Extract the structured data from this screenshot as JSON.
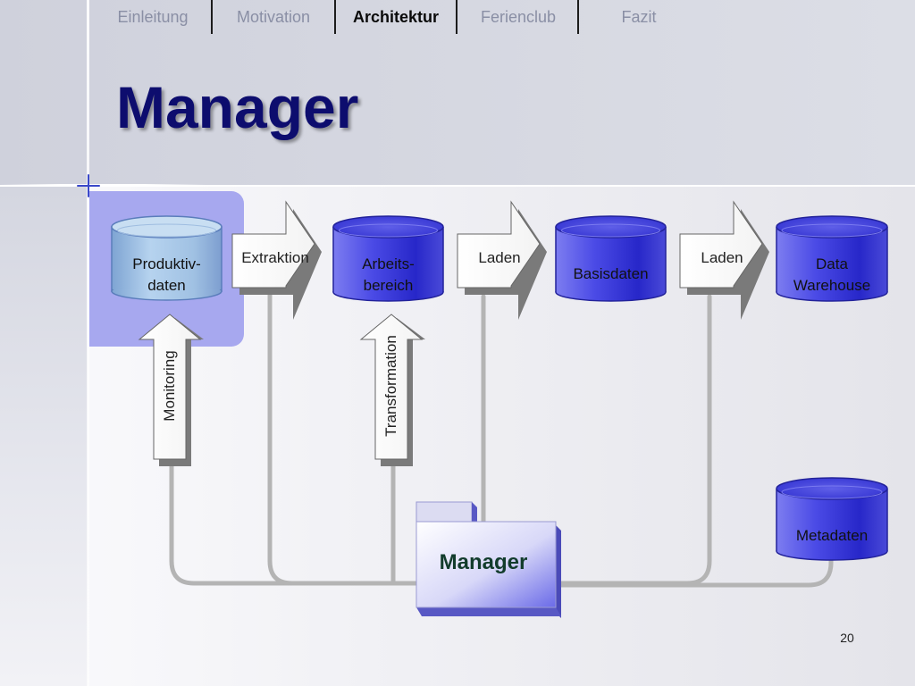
{
  "nav": {
    "tabs": [
      {
        "label": "Einleitung",
        "active": false
      },
      {
        "label": "Motivation",
        "active": false
      },
      {
        "label": "Architektur",
        "active": true
      },
      {
        "label": "Ferienclub",
        "active": false
      },
      {
        "label": "Fazit",
        "active": false
      }
    ]
  },
  "slide": {
    "title": "Manager",
    "page_number": "20"
  },
  "diagram": {
    "databases": {
      "produktivdaten": {
        "line1": "Produktiv-",
        "line2": "daten"
      },
      "arbeitsbereich": {
        "line1": "Arbeits-",
        "line2": "bereich"
      },
      "basisdaten": {
        "line1": "Basisdaten"
      },
      "data_warehouse": {
        "line1": "Data",
        "line2": "Warehouse"
      },
      "metadaten": {
        "line1": "Metadaten"
      }
    },
    "arrows": {
      "extraktion": "Extraktion",
      "laden_1": "Laden",
      "laden_2": "Laden",
      "monitoring": "Monitoring",
      "transformation": "Transformation"
    },
    "manager": "Manager"
  },
  "colors": {
    "title": "#0d0d6e",
    "source_box": "#a7a8ef",
    "db_blue": "#3535e0",
    "db_light": "#a9c8e6",
    "connector": "#b4b4b4",
    "manager_text": "#123c2c"
  }
}
